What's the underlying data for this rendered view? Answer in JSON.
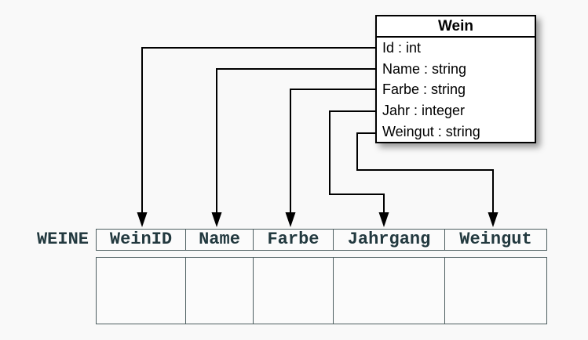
{
  "diagram": {
    "class_box": {
      "title": "Wein",
      "attributes": [
        "Id : int",
        "Name : string",
        "Farbe : string",
        "Jahr : integer",
        "Weingut : string"
      ]
    },
    "table": {
      "label": "WEINE",
      "columns": [
        "WeinID",
        "Name",
        "Farbe",
        "Jahrgang",
        "Weingut"
      ],
      "empty_body_rows": 1
    },
    "mappings": [
      {
        "from": "Id",
        "to": "WeinID"
      },
      {
        "from": "Name",
        "to": "Name"
      },
      {
        "from": "Farbe",
        "to": "Farbe"
      },
      {
        "from": "Jahr",
        "to": "Jahrgang"
      },
      {
        "from": "Weingut",
        "to": "Weingut"
      }
    ],
    "colors": {
      "background": "#f9f9f9",
      "connector": "#000000",
      "class_box_border": "#000000",
      "class_box_fill": "#ffffff",
      "table_border": "#4d5e60",
      "table_text": "#22393f"
    }
  }
}
